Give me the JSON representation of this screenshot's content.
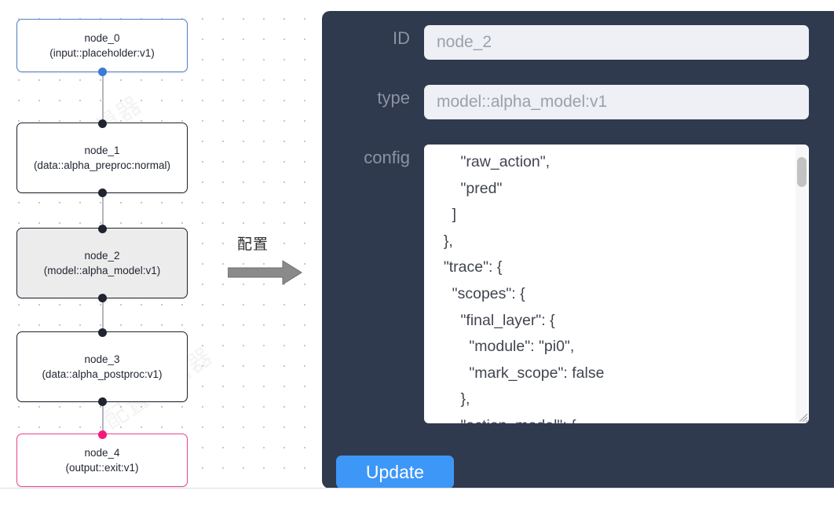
{
  "canvas": {
    "watermark_text": "配置编辑器"
  },
  "graph": {
    "nodes": [
      {
        "id": "node_0",
        "title": "node_0",
        "subtitle": "(input::placeholder:v1)",
        "kind": "input",
        "border_color": "#5080c8",
        "handle_color": "#3b7bd4",
        "selected": false
      },
      {
        "id": "node_1",
        "title": "node_1",
        "subtitle": "(data::alpha_preproc:normal)",
        "kind": "default",
        "border_color": "#1f2430",
        "handle_color": "#1f2430",
        "selected": false
      },
      {
        "id": "node_2",
        "title": "node_2",
        "subtitle": "(model::alpha_model:v1)",
        "kind": "default",
        "border_color": "#1f2430",
        "handle_color": "#1f2430",
        "selected": true
      },
      {
        "id": "node_3",
        "title": "node_3",
        "subtitle": "(data::alpha_postproc:v1)",
        "kind": "default",
        "border_color": "#1f2430",
        "handle_color": "#1f2430",
        "selected": false
      },
      {
        "id": "node_4",
        "title": "node_4",
        "subtitle": "(output::exit:v1)",
        "kind": "output",
        "border_color": "#e8468f",
        "handle_color": "#f5187f",
        "selected": false
      }
    ]
  },
  "annotation": {
    "label": "配置",
    "arrow_icon": "right-arrow-icon",
    "arrow_color": "#8a8a8a"
  },
  "panel": {
    "background_color": "#303a4e",
    "fields": {
      "id": {
        "label": "ID",
        "value": "node_2"
      },
      "type": {
        "label": "type",
        "value": "model::alpha_model:v1"
      },
      "config": {
        "label": "config",
        "value": "      \"raw_action\",\n      \"pred\"\n    ]\n  },\n  \"trace\": {\n    \"scopes\": {\n      \"final_layer\": {\n        \"module\": \"pi0\",\n        \"mark_scope\": false\n      },\n      \"action_model\": {"
      }
    },
    "scrollbar": {
      "thumb_position_pct": 5
    },
    "update_button": {
      "label": "Update",
      "color": "#3d97f7"
    }
  }
}
